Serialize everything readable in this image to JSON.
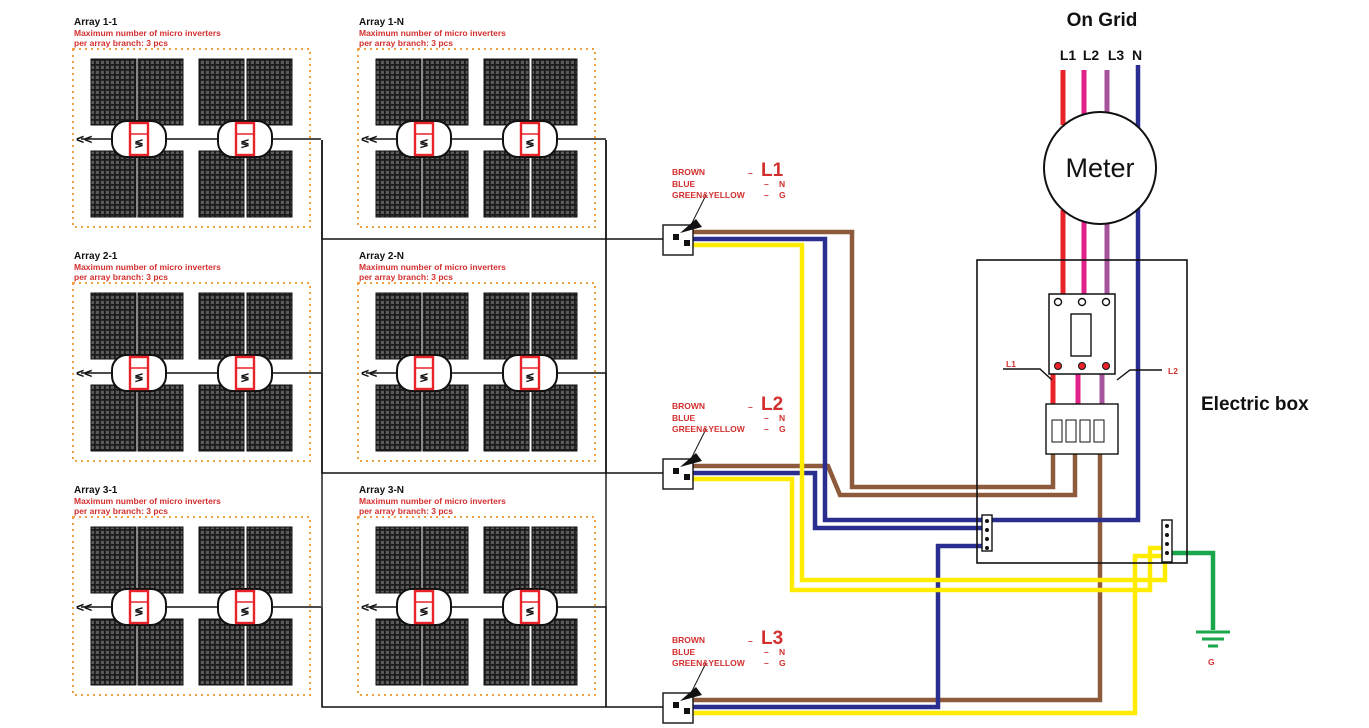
{
  "grid": {
    "title": "On Grid",
    "lines": [
      "L1",
      "L2",
      "L3",
      "N"
    ]
  },
  "meter": {
    "label": "Meter"
  },
  "electric_box": {
    "label": "Electric box",
    "left_label": "L1",
    "right_label": "L2"
  },
  "ground": {
    "label": "G"
  },
  "arrays": [
    {
      "title": "Array 1-1",
      "note1": "Maximum number of micro inverters",
      "note2": "per array branch: 3 pcs"
    },
    {
      "title": "Array 1-N",
      "note1": "Maximum number of micro inverters",
      "note2": "per array branch: 3 pcs"
    },
    {
      "title": "Array 2-1",
      "note1": "Maximum number of micro inverters",
      "note2": "per array branch: 3 pcs"
    },
    {
      "title": "Array 2-N",
      "note1": "Maximum number of micro inverters",
      "note2": "per array branch: 3 pcs"
    },
    {
      "title": "Array 3-1",
      "note1": "Maximum number of micro inverters",
      "note2": "per array branch: 3 pcs"
    },
    {
      "title": "Array 3-N",
      "note1": "Maximum number of micro inverters",
      "note2": "per array branch: 3 pcs"
    }
  ],
  "junctions": [
    {
      "phase": "L1",
      "brown": "BROWN",
      "blue": "BLUE",
      "gy": "GREEN&YELLOW",
      "n": "N",
      "g": "G",
      "dash": "–"
    },
    {
      "phase": "L2",
      "brown": "BROWN",
      "blue": "BLUE",
      "gy": "GREEN&YELLOW",
      "n": "N",
      "g": "G",
      "dash": "–"
    },
    {
      "phase": "L3",
      "brown": "BROWN",
      "blue": "BLUE",
      "gy": "GREEN&YELLOW",
      "n": "N",
      "g": "G",
      "dash": "–"
    }
  ],
  "inverter_mark": "≶",
  "colors": {
    "l1": "#e8232a",
    "l2": "#e0218a",
    "l3": "#a5549b",
    "neutral": "#2a2f8f",
    "brown": "#8d5a3b",
    "yellow": "#ffec00",
    "ground": "#1aa64a",
    "inverter": "#e8232a",
    "accent": "#d32f2f"
  }
}
